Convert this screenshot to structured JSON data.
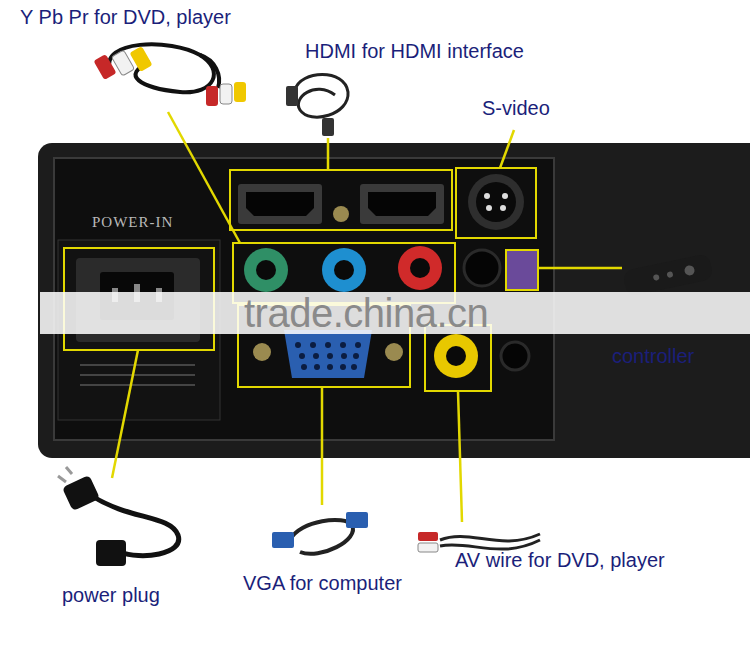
{
  "diagram": {
    "labels": [
      "Y Pb Pr for DVD, player",
      "HDMI for HDMI interface",
      "S-video",
      "controller",
      "power plug",
      "VGA for computer",
      "AV wire for DVD, player",
      "POWER-IN",
      "trade.china.cn"
    ]
  }
}
